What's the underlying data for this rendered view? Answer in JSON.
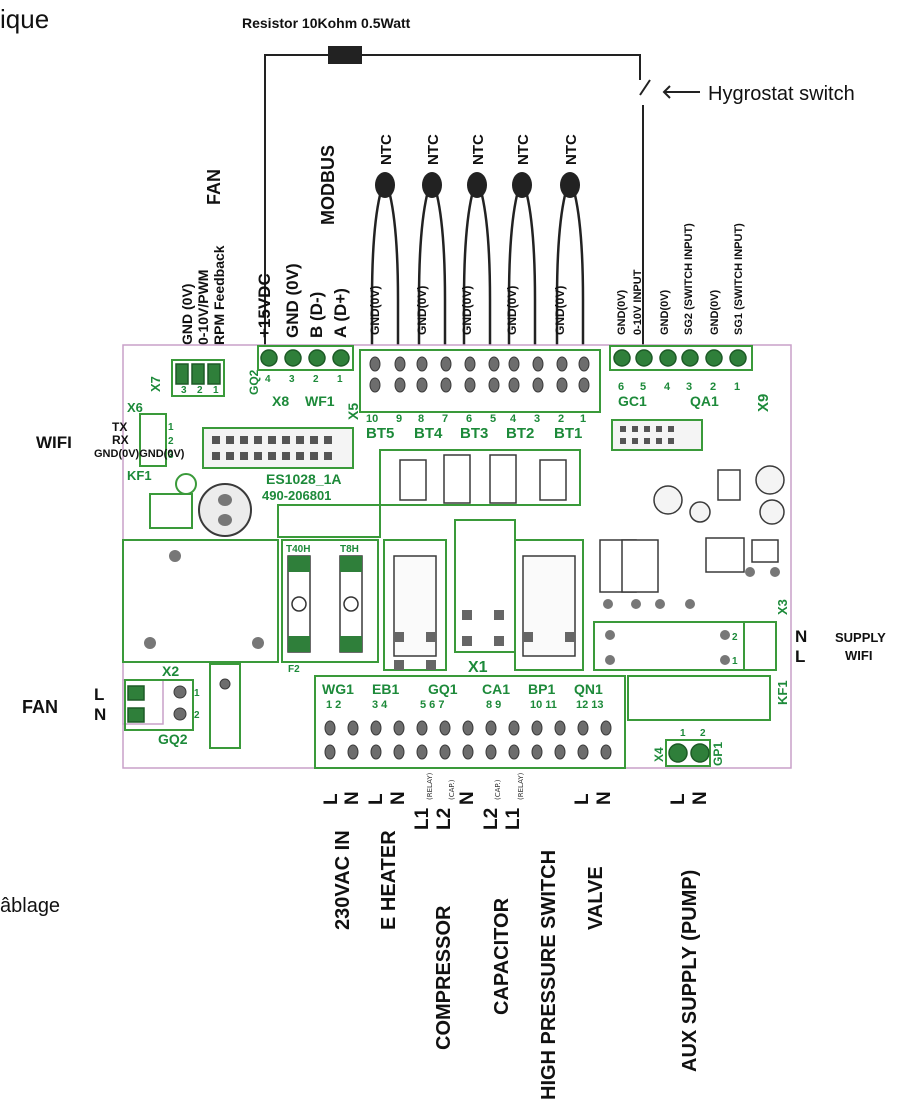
{
  "page_title": "ique",
  "cabling_text": "âblage",
  "resistor_label": "Resistor 10Kohm 0.5Watt",
  "hygrostat_label": "Hygrostat switch",
  "modbus_title": "MODBUS",
  "fan_top_title": "FAN",
  "fan_top_pins": [
    "GND (0V)",
    "0-10V/PWM",
    "RPM Feedback"
  ],
  "x8_pins": [
    "+15VDC",
    "GND (0V)",
    "B (D-)",
    "A (D+)"
  ],
  "ntc_labels": [
    "NTC",
    "NTC",
    "NTC",
    "NTC",
    "NTC"
  ],
  "bt_gnd_label": "GND(0V)",
  "right_inputs": [
    "GND(0V)",
    "0-10V INPUT",
    "GND(0V)",
    "SG2 (SWITCH INPUT)",
    "GND(0V)",
    "SG1 (SWITCH INPUT)"
  ],
  "wifi_left": {
    "title": "WIFI",
    "tx": "TX",
    "rx": "RX",
    "gnd": "GND(0V)GND(0V)"
  },
  "supply_right": {
    "n": "N",
    "l": "L",
    "supply": "SUPPLY",
    "wifi": "WIFI"
  },
  "fan_left": {
    "title": "FAN",
    "l": "L",
    "n": "N"
  },
  "board": {
    "x7": "X7",
    "x6": "X6",
    "kf1_left": "KF1",
    "gq2_top": "GQ2",
    "x8": "X8",
    "wf1": "WF1",
    "x5": "X5",
    "x9": "X9",
    "gc1": "GC1",
    "qa1": "QA1",
    "x3": "X3",
    "kf1_right": "KF1",
    "x4": "X4",
    "gp1": "GP1",
    "x2": "X2",
    "gq2_bottom": "GQ2",
    "x1": "X1",
    "chip": "ES1028_1A",
    "part": "490-206801",
    "fuse_a": "T40H",
    "fuse_b": "T8H",
    "f2": "F2",
    "x7_nums": [
      "3",
      "2",
      "1"
    ],
    "x8_nums": [
      "4",
      "3",
      "2",
      "1"
    ],
    "x6_nums": [
      "1",
      "2",
      "3"
    ],
    "bt_nums": [
      "10",
      "9",
      "8",
      "7",
      "6",
      "5",
      "4",
      "3",
      "2",
      "1"
    ],
    "bt_names": [
      "BT5",
      "BT4",
      "BT3",
      "BT2",
      "BT1"
    ],
    "right_nums": [
      "6",
      "5",
      "4",
      "3",
      "2",
      "1"
    ],
    "x2_nums": [
      "1",
      "2"
    ],
    "x4_nums": [
      "1",
      "2"
    ],
    "kf_nums": [
      "2",
      "1"
    ]
  },
  "bottom_groups": [
    {
      "name": "WG1",
      "nums": "1   2"
    },
    {
      "name": "EB1",
      "nums": "3   4"
    },
    {
      "name": "GQ1",
      "nums": "5   6   7"
    },
    {
      "name": "CA1",
      "nums": "8   9"
    },
    {
      "name": "BP1",
      "nums": "10 11"
    },
    {
      "name": "QN1",
      "nums": "12 13"
    }
  ],
  "bottom_pin_letters": [
    "L",
    "N",
    "L",
    "N",
    "L1",
    "L2",
    "N",
    "L2",
    "L1",
    "L",
    "N",
    "L",
    "N"
  ],
  "bottom_pin_notes": [
    "(RELAY)",
    "(CAP.)",
    "(CAP.)",
    "(RELAY)"
  ],
  "bottom_labels": [
    "230VAC IN",
    "E HEATER",
    "COMPRESSOR",
    "CAPACITOR",
    "HIGH PRESSURE SWITCH",
    "VALVE",
    "AUX SUPPLY (PUMP)"
  ]
}
